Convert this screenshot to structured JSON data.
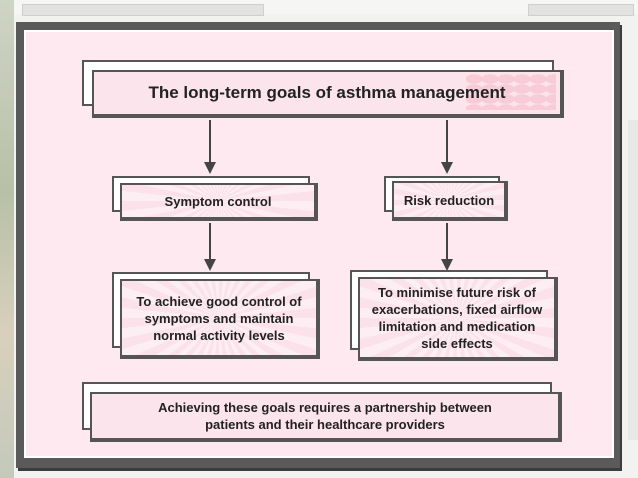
{
  "diagram": {
    "title": "The long-term goals of asthma management",
    "goals": [
      {
        "label": "Symptom control",
        "description": "To achieve good control of symptoms and maintain normal activity levels"
      },
      {
        "label": "Risk reduction",
        "description": "To minimise future risk of exacerbations, fixed airflow limitation and medication side effects"
      }
    ],
    "footer": "Achieving these goals requires a partnership between patients and their healthcare providers"
  },
  "colors": {
    "panel": "#fde9ef",
    "frame": "#5a5a5a",
    "box_fill": "#fbe4ec",
    "arrow": "#444444"
  }
}
